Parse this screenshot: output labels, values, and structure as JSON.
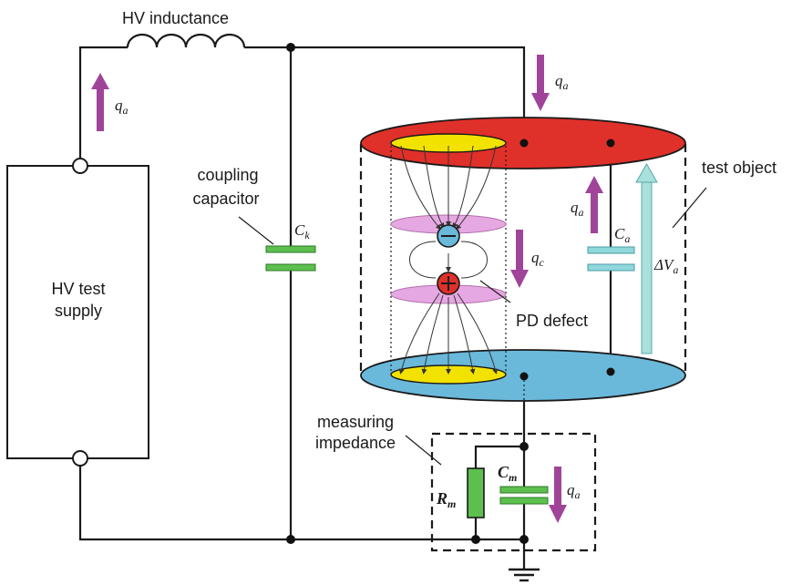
{
  "labels": {
    "hv_inductance": "HV inductance",
    "coupling_capacitor_line1": "coupling",
    "coupling_capacitor_line2": "capacitor",
    "hv_test_supply_line1": "HV test",
    "hv_test_supply_line2": "supply",
    "test_object": "test object",
    "pd_defect": "PD defect",
    "measuring_impedance_line1": "measuring",
    "measuring_impedance_line2": "impedance"
  },
  "symbols": {
    "qa_main": "q",
    "qa_sub": "a",
    "qc_main": "q",
    "qc_sub": "c",
    "ck_main": "C",
    "ck_sub": "k",
    "ca_main": "C",
    "ca_sub": "a",
    "cm_main": "C",
    "cm_sub": "m",
    "rm_main": "R",
    "rm_sub": "m",
    "dva_main": "ΔV",
    "dva_sub": "a"
  },
  "colors": {
    "top_electrode": "#e0302a",
    "bottom_electrode": "#6ab8da",
    "electrode_spot": "#f2e200",
    "cavity_disc": "#e6a8e2",
    "charge_arrow": "#a0449a",
    "capacitor_green": "#5cbf4e",
    "capacitor_cyan": "#8fd8dc",
    "voltage_arrow": "#a8e0dc",
    "negative_charge": "#6ab8da",
    "positive_charge": "#e0302a"
  }
}
